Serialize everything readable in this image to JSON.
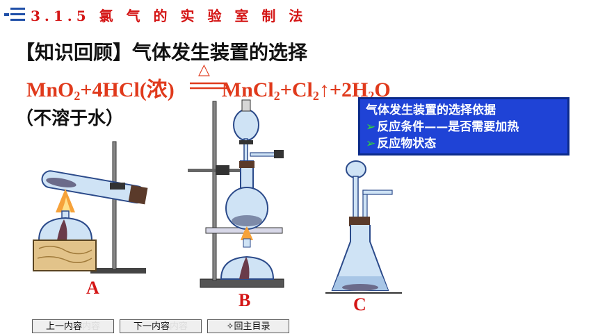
{
  "header": {
    "icon": "list-lines-icon",
    "title": "3.1.5 氯 气 的 实 验 室 制 法"
  },
  "subtitle": "【知识回顾】气体发生装置的选择",
  "equation": {
    "lhs_1": "MnO",
    "lhs_sub": "2",
    "lhs_2": "+4HCl(浓)",
    "condition": "△",
    "rhs_1": "MnCl",
    "rhs_sub1": "2",
    "rhs_2": "+Cl",
    "rhs_sub2": "2",
    "rhs_3": "↑+2H",
    "rhs_sub3": "2",
    "rhs_4": "O"
  },
  "note": "（不溶于水）",
  "info_box": {
    "title": "气体发生装置的选择依据",
    "items": [
      "反应条件——是否需要加热",
      "反应物状态"
    ],
    "bullet": "➢"
  },
  "apparatus_labels": {
    "a": "A",
    "b": "B",
    "c": "C"
  },
  "nav": {
    "prev": "上一内容",
    "prev_ghost": "内容",
    "next": "下一内容",
    "next_ghost": "内容",
    "home": "✧回主目录"
  },
  "colors": {
    "title_red": "#d41515",
    "equation_red": "#e03a1c",
    "box_blue": "#1f43d6"
  }
}
